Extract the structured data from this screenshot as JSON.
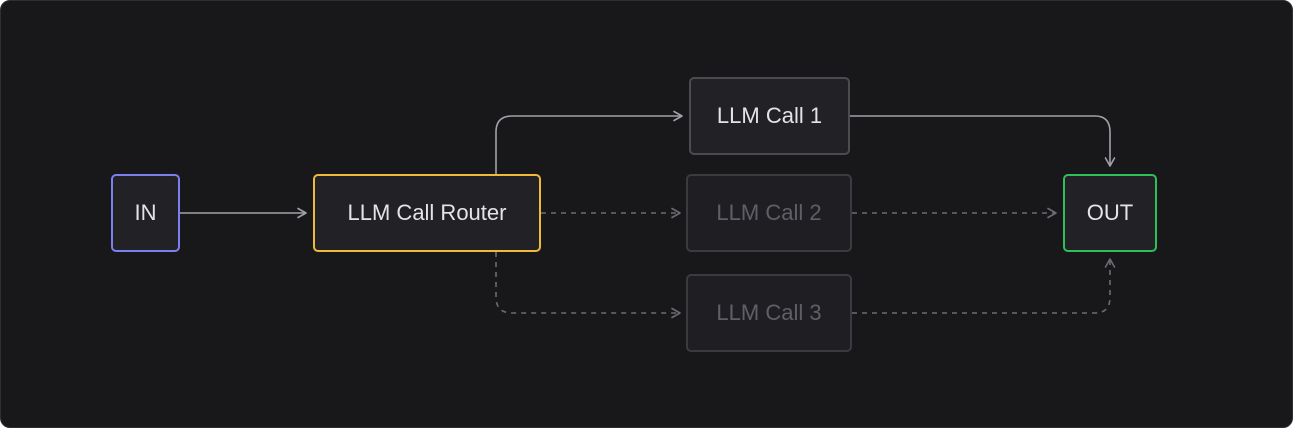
{
  "diagram": {
    "nodes": {
      "input": {
        "label": "IN",
        "accent": "#7b7ff0"
      },
      "router": {
        "label": "LLM Call Router",
        "accent": "#f0b93a"
      },
      "call_1": {
        "label": "LLM Call 1",
        "state": "active"
      },
      "call_2": {
        "label": "LLM Call 2",
        "state": "inactive"
      },
      "call_3": {
        "label": "LLM Call 3",
        "state": "inactive"
      },
      "output": {
        "label": "OUT",
        "accent": "#2fbf5a"
      }
    },
    "edges": [
      {
        "from": "input",
        "to": "router",
        "style": "solid"
      },
      {
        "from": "router",
        "to": "call_1",
        "style": "solid"
      },
      {
        "from": "router",
        "to": "call_2",
        "style": "dashed"
      },
      {
        "from": "router",
        "to": "call_3",
        "style": "dashed"
      },
      {
        "from": "call_1",
        "to": "output",
        "style": "solid"
      },
      {
        "from": "call_2",
        "to": "output",
        "style": "dashed"
      },
      {
        "from": "call_3",
        "to": "output",
        "style": "dashed"
      }
    ],
    "colors": {
      "background": "#18181b",
      "solid_edge": "#a1a1aa",
      "dashed_edge": "#6b6b73"
    }
  }
}
